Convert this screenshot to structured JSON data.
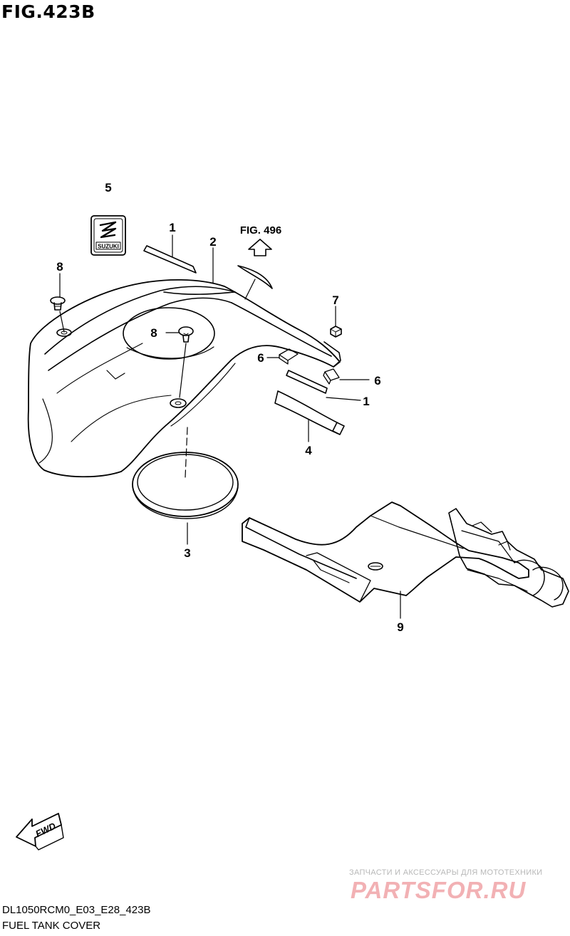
{
  "figure": {
    "title": "FIG.423B",
    "reference": "FIG. 496",
    "forward_label": "FWD"
  },
  "callouts": {
    "c1a": "1",
    "c1b": "1",
    "c2": "2",
    "c3": "3",
    "c4": "4",
    "c5": "5",
    "c6a": "6",
    "c6b": "6",
    "c7": "7",
    "c8a": "8",
    "c8b": "8",
    "c9": "9"
  },
  "emblem": {
    "brand": "SUZUKI"
  },
  "watermark": {
    "tagline": "ЗАПЧАСТИ И АКСЕССУАРЫ ДЛЯ МОТОТЕХНИКИ",
    "brand": "PARTSFOR.RU"
  },
  "footer": {
    "code": "DL1050RCM0_E03_E28_423B",
    "name": "FUEL TANK COVER"
  }
}
